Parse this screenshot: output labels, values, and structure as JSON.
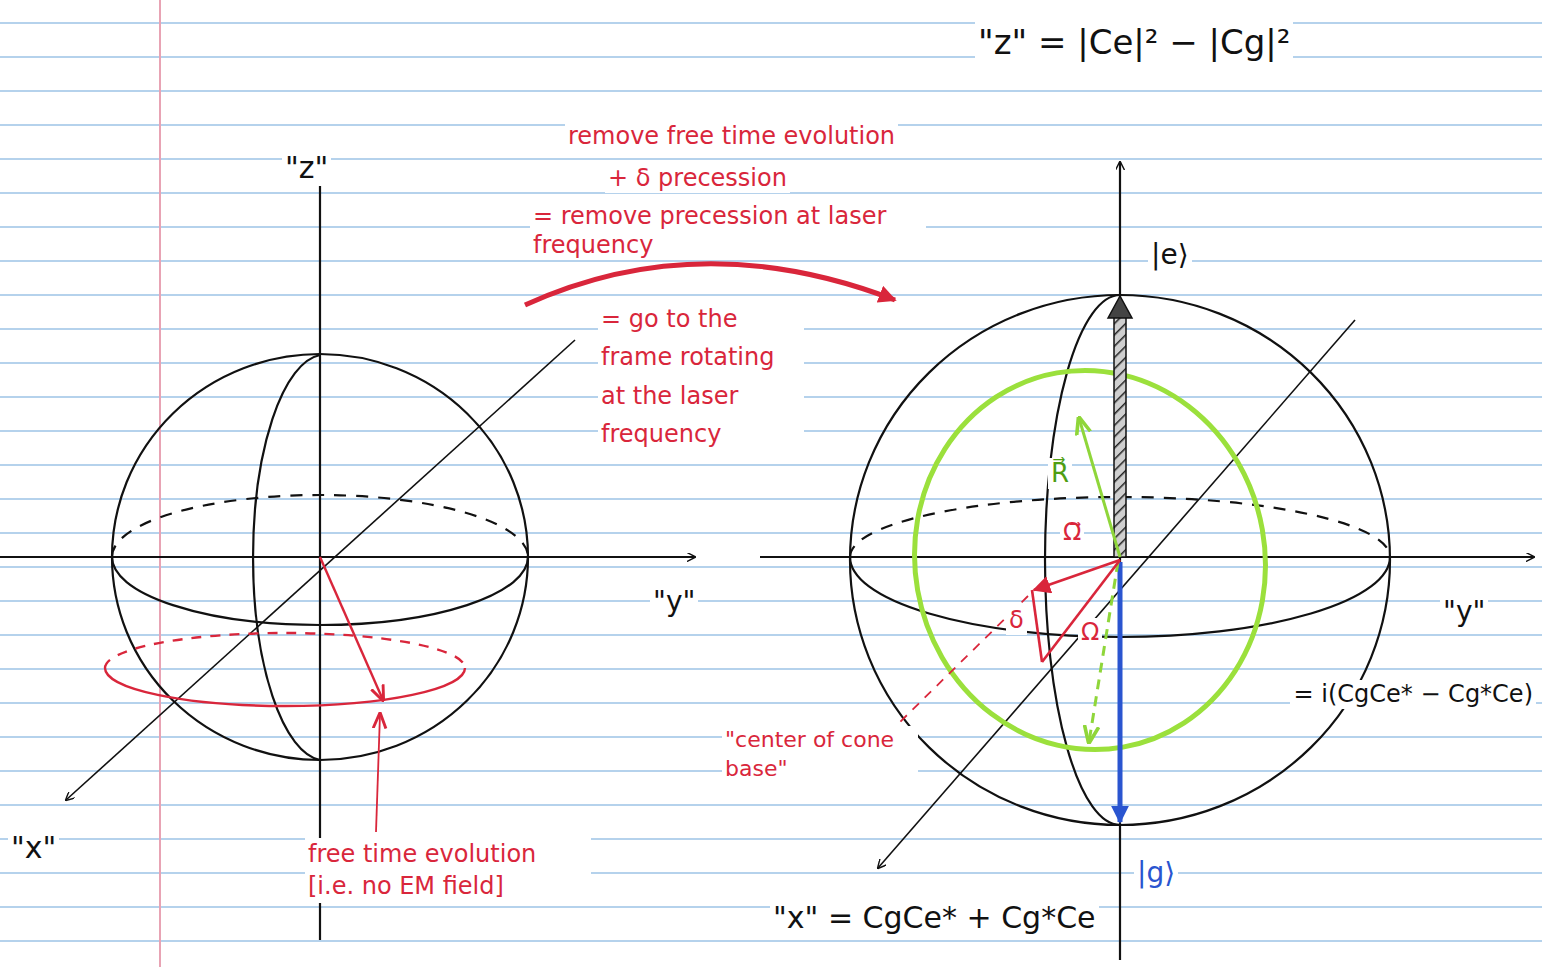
{
  "diagram": {
    "labels": [
      "\"z\"",
      "\"y\"",
      "\"x\"",
      "free time evolution [i.e. no EM field]",
      "remove free time evolution",
      "+ δ precession",
      "= remove precession at laser frequency",
      "= go to the frame rotating at the laser frequency",
      "\"z\" = |Ce|² − |Cg|²",
      "|e⟩",
      "R⃗",
      "Ω⃗",
      "δ",
      "Ω",
      "\"center of cone base\"",
      "|g⟩",
      "\"x\" = CgCe* + Cg*Ce",
      "\"y\"",
      "= i(CgCe* − Cg*Ce)"
    ]
  }
}
